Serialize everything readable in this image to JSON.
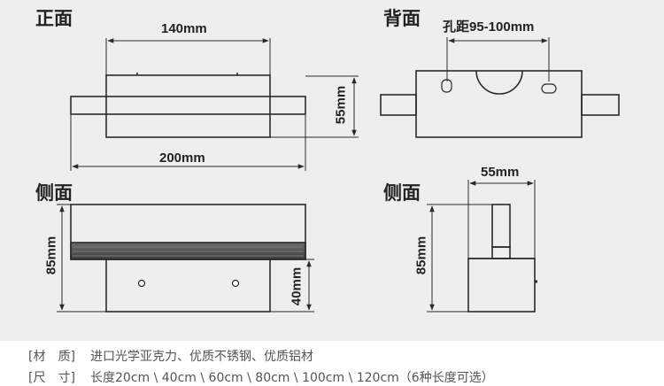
{
  "views": {
    "front": "正面",
    "back": "背面",
    "side_left": "侧面",
    "side_right": "侧面"
  },
  "dimensions": {
    "front_width_top": "140mm",
    "front_height": "55mm",
    "front_width_bottom": "200mm",
    "hole_spacing": "孔距95-100mm",
    "side_height": "85mm",
    "side_base_height": "40mm",
    "side_right_width": "55mm",
    "side_right_height": "85mm"
  },
  "specs": [
    {
      "key": "[材　质]",
      "value": "进口光学亚克力、优质不锈钢、优质铝材"
    },
    {
      "key": "[尺　寸]",
      "value": "长度20cm \\ 40cm \\ 60cm \\ 80cm \\ 100cm \\ 120cm（6种长度可选）"
    }
  ],
  "colors": {
    "panel_background": "#eeeeec",
    "line": "#2a2a2a",
    "led_bar": "#5a5a5a"
  }
}
